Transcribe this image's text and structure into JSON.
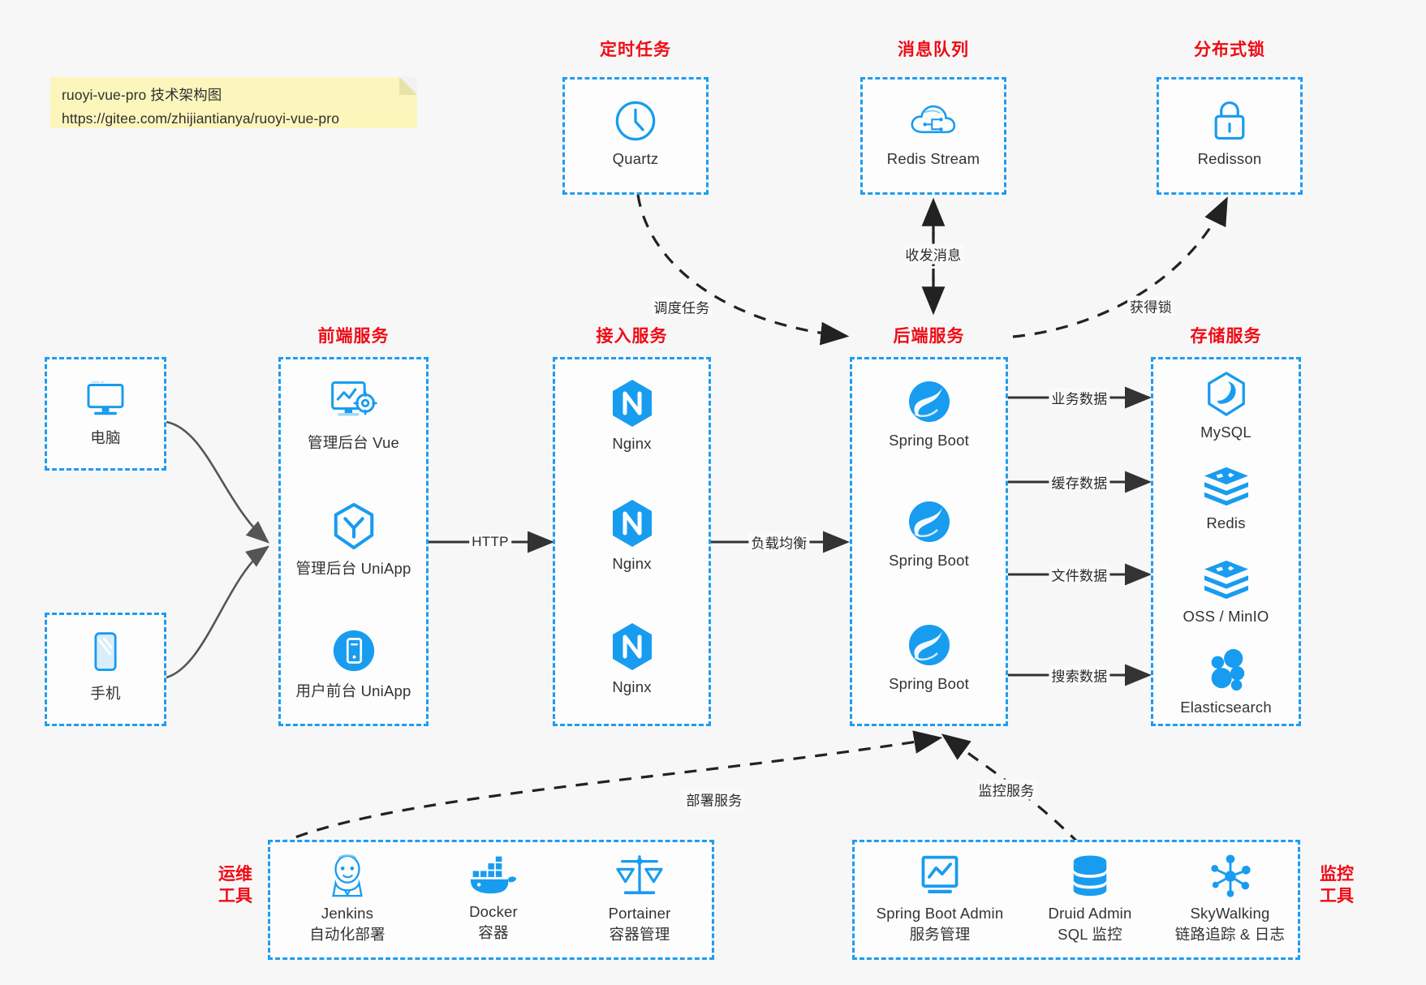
{
  "note": {
    "line1": "ruoyi-vue-pro 技术架构图",
    "line2": "https://gitee.com/zhijiantianya/ruoyi-vue-pro"
  },
  "colors": {
    "accent_blue": "#1e9cf0",
    "icon_blue": "#189cf0",
    "title_red": "#ef0b16",
    "background": "#f7f7f7",
    "note_yellow": "#fcf6bd",
    "arrow_dark": "#333333",
    "curve_gray": "#555555"
  },
  "groups": {
    "scheduler": {
      "title": "定时任务",
      "nodes": [
        {
          "label": "Quartz",
          "icon": "clock-icon"
        }
      ]
    },
    "mq": {
      "title": "消息队列",
      "nodes": [
        {
          "label": "Redis Stream",
          "icon": "cloud-stream-icon"
        }
      ]
    },
    "lock": {
      "title": "分布式锁",
      "nodes": [
        {
          "label": "Redisson",
          "icon": "lock-icon"
        }
      ]
    },
    "clients": {
      "nodes": [
        {
          "label": "电脑",
          "icon": "desktop-icon"
        },
        {
          "label": "手机",
          "icon": "phone-icon"
        }
      ]
    },
    "frontend": {
      "title": "前端服务",
      "nodes": [
        {
          "label": "管理后台 Vue",
          "icon": "dashboard-gear-icon"
        },
        {
          "label": "管理后台 UniApp",
          "icon": "hexagon-y-icon"
        },
        {
          "label": "用户前台 UniApp",
          "icon": "mobile-circle-icon"
        }
      ]
    },
    "gateway": {
      "title": "接入服务",
      "nodes": [
        {
          "label": "Nginx",
          "icon": "nginx-icon"
        },
        {
          "label": "Nginx",
          "icon": "nginx-icon"
        },
        {
          "label": "Nginx",
          "icon": "nginx-icon"
        }
      ]
    },
    "backend": {
      "title": "后端服务",
      "nodes": [
        {
          "label": "Spring Boot",
          "icon": "spring-leaf-icon"
        },
        {
          "label": "Spring Boot",
          "icon": "spring-leaf-icon"
        },
        {
          "label": "Spring Boot",
          "icon": "spring-leaf-icon"
        }
      ]
    },
    "storage": {
      "title": "存储服务",
      "nodes": [
        {
          "label": "MySQL",
          "icon": "mysql-dolphin-icon"
        },
        {
          "label": "Redis",
          "icon": "redis-stack-icon"
        },
        {
          "label": "OSS / MinIO",
          "icon": "redis-stack-icon"
        },
        {
          "label": "Elasticsearch",
          "icon": "elasticsearch-icon"
        }
      ]
    },
    "devops": {
      "title": "运维\n工具",
      "title_line1": "运维",
      "title_line2": "工具",
      "nodes": [
        {
          "label": "Jenkins",
          "sublabel": "自动化部署",
          "icon": "jenkins-butler-icon"
        },
        {
          "label": "Docker",
          "sublabel": "容器",
          "icon": "docker-whale-icon"
        },
        {
          "label": "Portainer",
          "sublabel": "容器管理",
          "icon": "scales-icon"
        }
      ]
    },
    "monitor": {
      "title_line1": "监控",
      "title_line2": "工具",
      "nodes": [
        {
          "label": "Spring Boot Admin",
          "sublabel": "服务管理",
          "icon": "monitor-chart-icon"
        },
        {
          "label": "Druid Admin",
          "sublabel": "SQL 监控",
          "icon": "database-icon"
        },
        {
          "label": "SkyWalking",
          "sublabel": "链路追踪 & 日志",
          "icon": "skywalking-nodes-icon"
        }
      ]
    }
  },
  "edges": [
    {
      "id": "http",
      "label": "HTTP",
      "from": "frontend",
      "to": "gateway"
    },
    {
      "id": "lb",
      "label": "负载均衡",
      "from": "gateway",
      "to": "backend"
    },
    {
      "id": "schedule",
      "label": "调度任务",
      "from": "scheduler",
      "to": "backend"
    },
    {
      "id": "messaging",
      "label": "收发消息",
      "from": "mq",
      "to": "backend"
    },
    {
      "id": "acquire-lock",
      "label": "获得锁",
      "from": "backend",
      "to": "lock"
    },
    {
      "id": "biz-data",
      "label": "业务数据",
      "from": "backend",
      "to": "storage"
    },
    {
      "id": "cache-data",
      "label": "缓存数据",
      "from": "backend",
      "to": "storage"
    },
    {
      "id": "file-data",
      "label": "文件数据",
      "from": "backend",
      "to": "storage"
    },
    {
      "id": "search-data",
      "label": "搜索数据",
      "from": "backend",
      "to": "storage"
    },
    {
      "id": "deploy",
      "label": "部署服务",
      "from": "devops",
      "to": "backend"
    },
    {
      "id": "observe",
      "label": "监控服务",
      "from": "monitor",
      "to": "backend"
    }
  ]
}
